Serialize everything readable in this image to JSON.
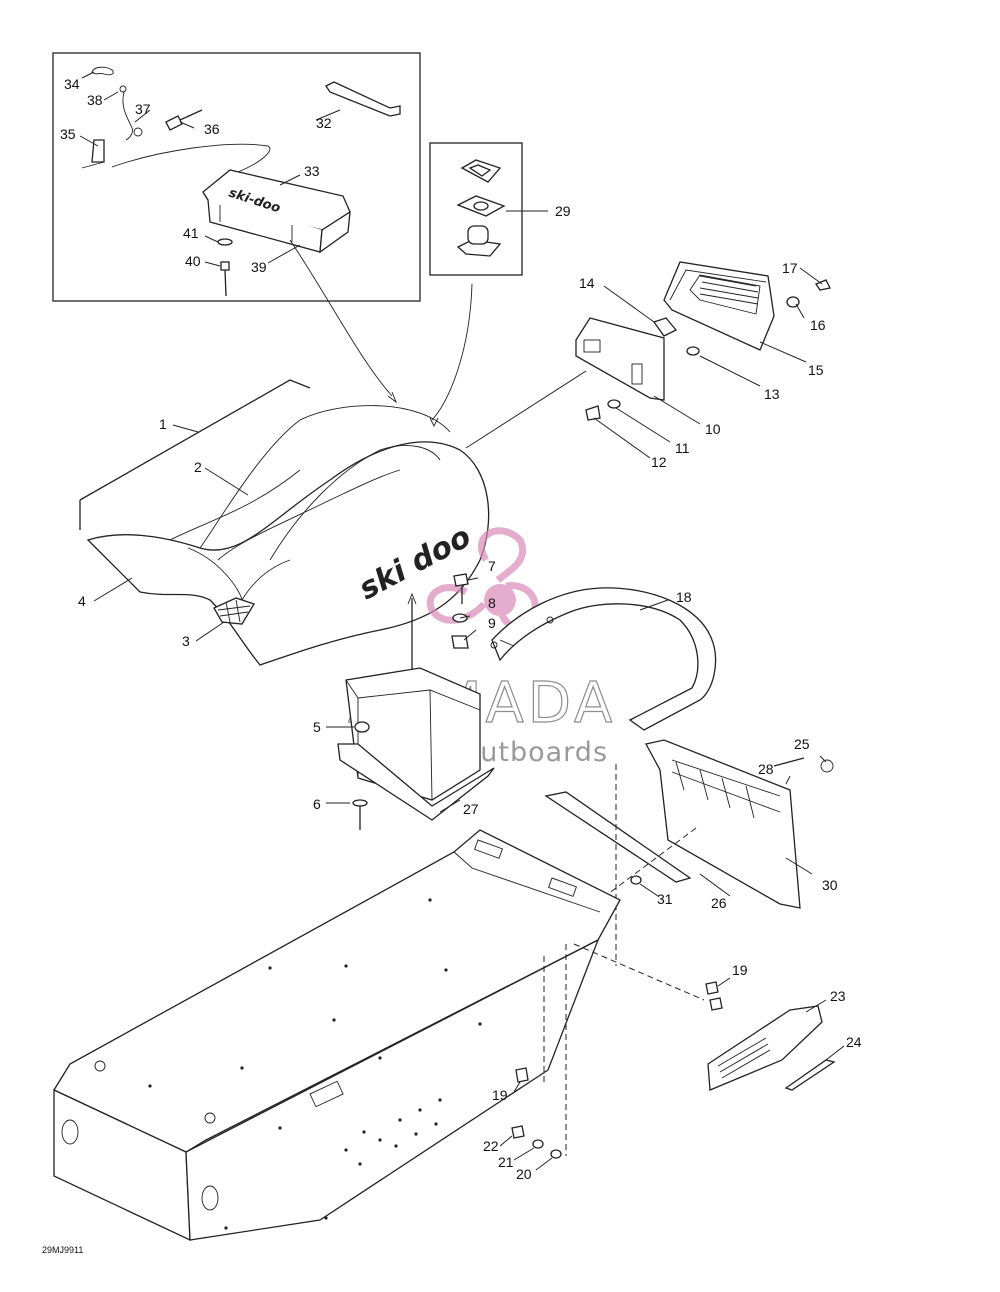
{
  "diagram": {
    "part_numbers": [
      "1",
      "2",
      "3",
      "4",
      "5",
      "6",
      "7",
      "8",
      "9",
      "10",
      "11",
      "12",
      "13",
      "14",
      "15",
      "16",
      "17",
      "18",
      "19",
      "19",
      "20",
      "21",
      "22",
      "23",
      "24",
      "25",
      "26",
      "27",
      "28",
      "29",
      "30",
      "31",
      "32",
      "33",
      "34",
      "35",
      "36",
      "37",
      "38",
      "39",
      "40",
      "41"
    ],
    "seat_brand_text": "ski doo",
    "toolbox_brand_text": "ski-doo",
    "drawing_code": "29MJ9911",
    "colors": {
      "line": "#222222",
      "watermark_logo": "#d98bb8",
      "watermark_text": "#777777"
    }
  },
  "watermark": {
    "title": "ARMADA",
    "subtitle": "marine outboards"
  }
}
